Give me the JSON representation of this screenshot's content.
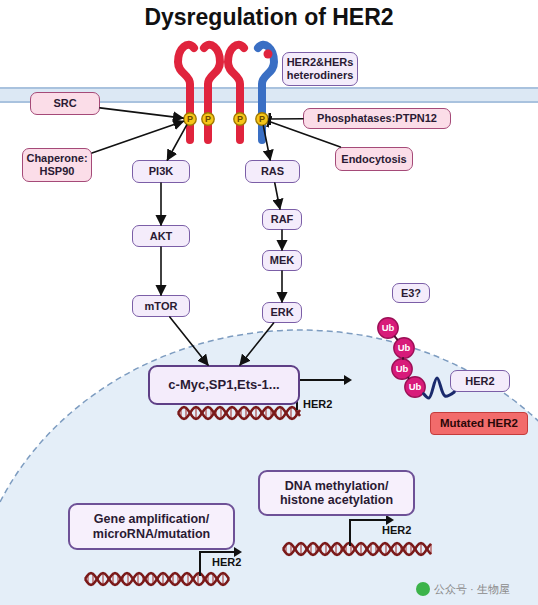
{
  "diagram": {
    "title": "Dysregulation of HER2",
    "nodes": [
      {
        "text": [
          "HER2&HERs heterodiners"
        ]
      },
      {
        "text": [
          "SRC"
        ]
      },
      {
        "text": [
          "P"
        ]
      },
      {
        "text": [
          "P"
        ]
      },
      {
        "text": [
          "P"
        ]
      },
      {
        "text": [
          "P"
        ]
      },
      {
        "text": [
          "Phosphatases:PTPN12"
        ]
      },
      {
        "text": [
          "Chaperone: HSP90"
        ]
      },
      {
        "text": [
          "PI3K"
        ]
      },
      {
        "text": [
          "RAS"
        ]
      },
      {
        "text": [
          "Endocytosis"
        ]
      },
      {
        "text": [
          "AKT"
        ]
      },
      {
        "text": [
          "RAF"
        ]
      },
      {
        "text": [
          "MEK"
        ]
      },
      {
        "text": [
          "mTOR"
        ]
      },
      {
        "text": [
          "ERK"
        ]
      },
      {
        "text": [
          "E3?"
        ]
      },
      {
        "text": [
          "Ub"
        ]
      },
      {
        "text": [
          "Ub"
        ]
      },
      {
        "text": [
          "Ub"
        ]
      },
      {
        "text": [
          "Ub"
        ]
      },
      {
        "text": [
          "c-Myc,SP1,Ets-1..."
        ]
      },
      {
        "text": [
          "HER2"
        ]
      },
      {
        "text": [
          "Mutated HER2"
        ]
      },
      {
        "text": [
          "DNA methylation/ histone acetylation"
        ]
      },
      {
        "text": [
          "Gene amplification/ microRNA/mutation"
        ]
      }
    ],
    "edges": [
      {
        "from": 1,
        "to": 2,
        "arrow": "to"
      },
      {
        "from": 7,
        "to": 2,
        "arrow": "to"
      },
      {
        "from": 2,
        "to": 8,
        "arrow": "to"
      },
      {
        "from": 5,
        "to": 9,
        "arrow": "to"
      },
      {
        "from": 6,
        "to": 5,
        "arrow": "to"
      },
      {
        "from": 10,
        "to": 5,
        "arrow": "to"
      },
      {
        "from": 8,
        "to": 11,
        "arrow": "to"
      },
      {
        "from": 11,
        "to": 14,
        "arrow": "to"
      },
      {
        "from": 14,
        "to": 21,
        "arrow": "to"
      },
      {
        "from": 9,
        "to": 12,
        "arrow": "to"
      },
      {
        "from": 12,
        "to": 13,
        "arrow": "to"
      },
      {
        "from": 13,
        "to": 15,
        "arrow": "to"
      },
      {
        "from": 15,
        "to": 21,
        "arrow": "to"
      },
      {
        "from": 17,
        "to": 18,
        "arrow": "none"
      },
      {
        "from": 18,
        "to": 19,
        "arrow": "none"
      },
      {
        "from": 19,
        "to": 20,
        "arrow": "none"
      },
      {
        "from": 20,
        "to": 22,
        "arrow": "none"
      }
    ],
    "labels": [
      "HER2",
      "HER2",
      "HER2",
      "公众号 · 生物屋"
    ]
  }
}
